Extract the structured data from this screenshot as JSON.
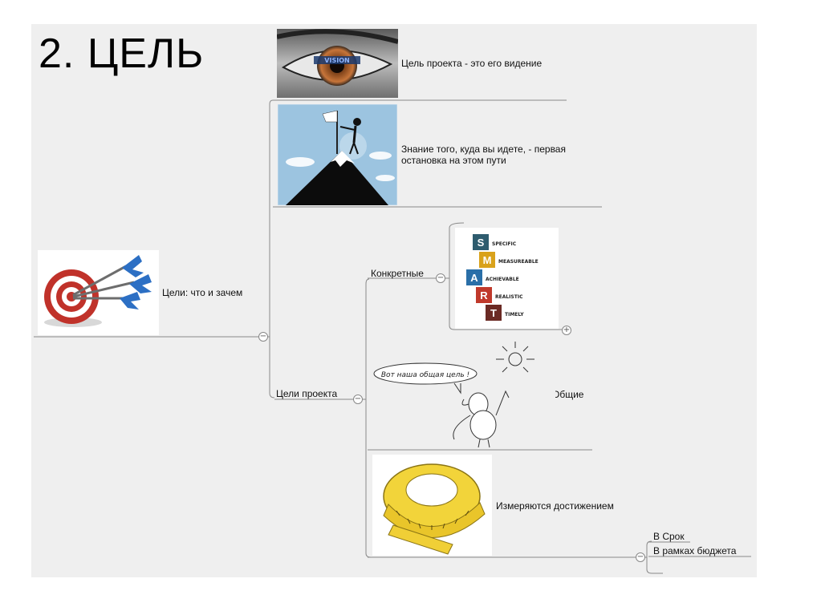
{
  "slide_title": "2. ЦЕЛЬ",
  "root": {
    "label": "Цели: что и зачем"
  },
  "nodes": {
    "vision": "Цель проекта - это его видение",
    "knowledge_line1": "Знание того, куда вы идете,  - первая",
    "knowledge_line2": "остановка на этом пути",
    "project_goals": "Цели проекта",
    "specific": "Конкретные",
    "general": "Общие",
    "measured": "Измеряются достижением",
    "on_time": "В Срок",
    "in_budget": "В рамках бюджета"
  },
  "images": {
    "eye_text": "VISION",
    "speech_bubble": "Вот наша общая цель !",
    "smart": [
      {
        "letter": "S",
        "word": "SPECIFIC",
        "color": "#2e5c6e"
      },
      {
        "letter": "M",
        "word": "MEASUREABLE",
        "color": "#d9a21b"
      },
      {
        "letter": "A",
        "word": "ACHIEVABLE",
        "color": "#2a6fa8"
      },
      {
        "letter": "R",
        "word": "REALISTIC",
        "color": "#c0392b"
      },
      {
        "letter": "T",
        "word": "TIMELY",
        "color": "#6b2a24"
      }
    ]
  },
  "toggles": {
    "collapse": "−",
    "expand": "+"
  }
}
